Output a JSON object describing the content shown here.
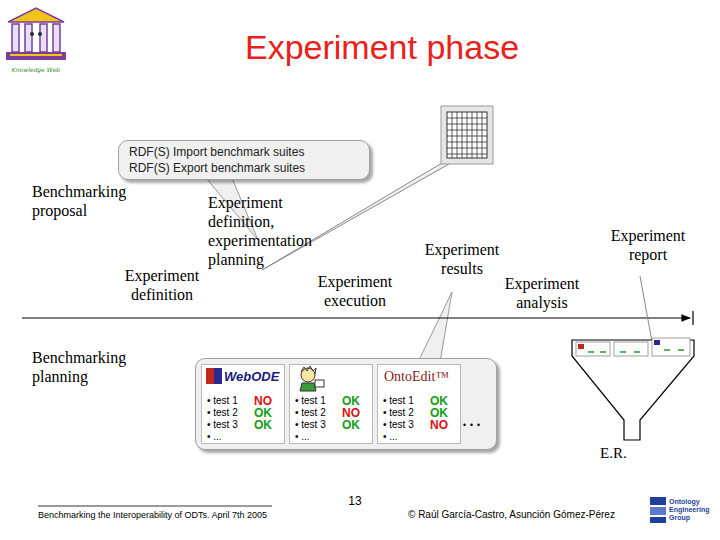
{
  "diagram": {
    "title": "Experiment phase",
    "nodes": [
      {
        "text": [
          "RDF(S) Import benchmark suites",
          "RDF(S) Export benchmark suites"
        ]
      },
      {
        "text": [
          "..."
        ]
      },
      {
        "text": [
          "WebODE",
          "• test 1",
          "• test 2",
          "• test 3",
          "• ...",
          "NO",
          "OK",
          "OK"
        ],
        "in": 1
      },
      {
        "text": [
          "• test 1",
          "• test 2",
          "• test 3",
          "• ...",
          "OK",
          "NO",
          "OK"
        ],
        "in": 1
      },
      {
        "text": [
          "OntoEdit™",
          "• test 1",
          "• test 2",
          "• test 3",
          "• ...",
          "OK",
          "OK",
          "NO"
        ],
        "in": 1
      }
    ],
    "labels": [
      "Knowledge Web",
      "Benchmarking proposal",
      "Experiment definition",
      "Experiment definition, experimentation planning",
      "Experiment execution",
      "Experiment results",
      "Experiment analysis",
      "Experiment report",
      "Benchmarking planning",
      "E.R.",
      "Benchmarking the Interoperability of ODTs. April 7th 2005",
      "13",
      "© Raúl García-Castro, Asunción Gómez-Pérez",
      "Ontology Engineering Group"
    ]
  }
}
